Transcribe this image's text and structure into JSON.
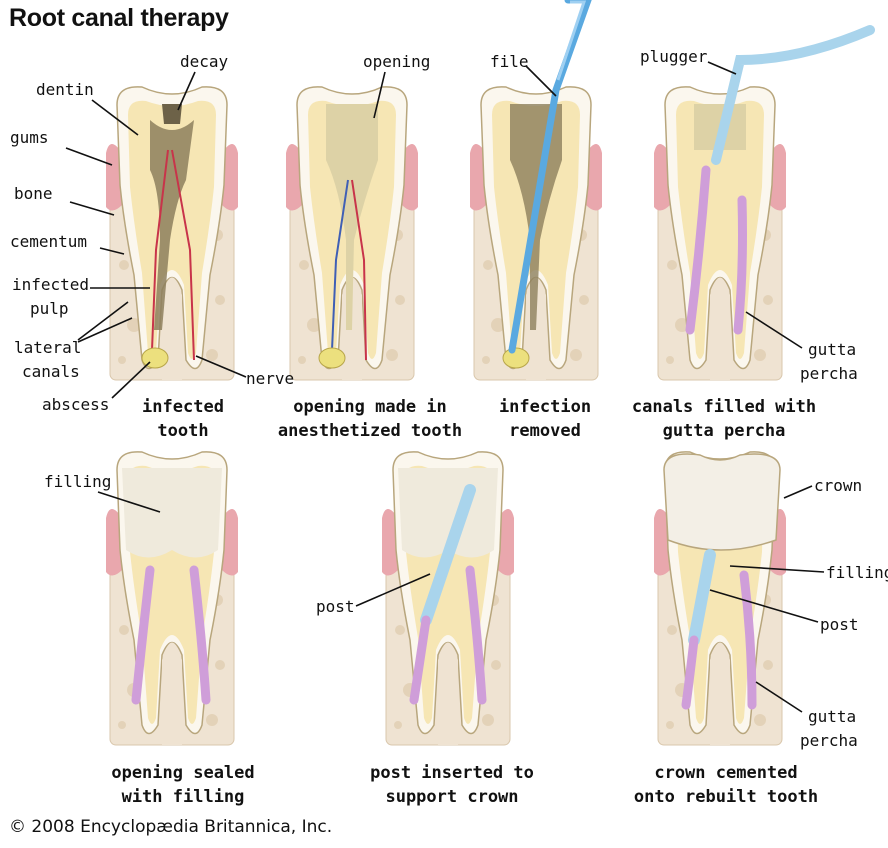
{
  "title": "Root canal therapy",
  "copyright": "© 2008 Encyclopædia Britannica, Inc.",
  "colors": {
    "gum": "#e9a7ad",
    "bone": "#efe3d2",
    "enamel": "#fbf7ee",
    "dentin": "#f6e6b4",
    "pulp": "#ddd2a6",
    "infection": "#8d7f5d",
    "gutta_percha": "#cf9ed9",
    "file": "#5aa9e0",
    "post": "#a9d4ec",
    "filling": "#efeadc",
    "crown": "#f3efe6",
    "abscess": "#ece07e"
  },
  "panels": [
    {
      "caption": [
        "infected",
        "tooth"
      ],
      "labels": {
        "decay": "decay",
        "dentin": "dentin",
        "gums": "gums",
        "bone": "bone",
        "cementum": "cementum",
        "infected_pulp": [
          "infected",
          "pulp"
        ],
        "lateral_canals": [
          "lateral",
          "canals"
        ],
        "abscess": "abscess",
        "nerve": "nerve"
      }
    },
    {
      "caption": [
        "opening made in",
        "anesthetized tooth"
      ],
      "labels": {
        "opening": "opening"
      }
    },
    {
      "caption": [
        "infection",
        "removed"
      ],
      "labels": {
        "file": "file"
      }
    },
    {
      "caption": [
        "canals filled with",
        "gutta percha"
      ],
      "labels": {
        "plugger": "plugger",
        "gutta_percha": [
          "gutta",
          "percha"
        ]
      }
    },
    {
      "caption": [
        "opening sealed",
        "with filling"
      ],
      "labels": {
        "filling": "filling"
      }
    },
    {
      "caption": [
        "post inserted to",
        "support crown"
      ],
      "labels": {
        "post": "post"
      }
    },
    {
      "caption": [
        "crown cemented",
        "onto rebuilt tooth"
      ],
      "labels": {
        "crown": "crown",
        "filling": "filling",
        "post": "post",
        "gutta_percha": [
          "gutta",
          "percha"
        ]
      }
    }
  ]
}
